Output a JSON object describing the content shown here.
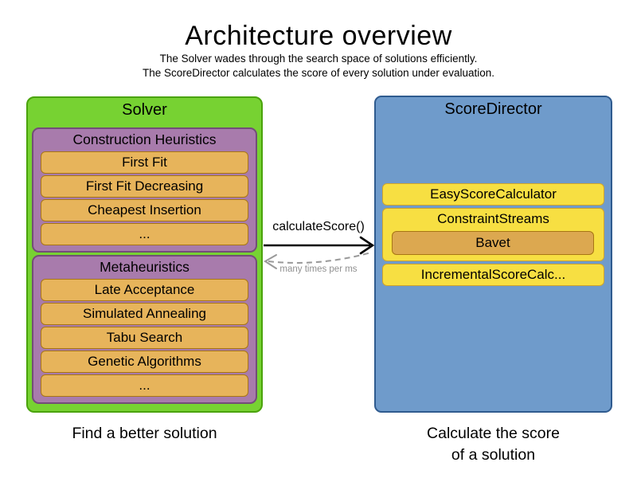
{
  "header": {
    "title": "Architecture overview",
    "subtitle_line1": "The Solver wades through the search space of solutions efficiently.",
    "subtitle_line2": "The ScoreDirector calculates the score of every solution under evaluation."
  },
  "solver": {
    "title": "Solver",
    "caption": "Find a better solution",
    "groups": [
      {
        "title": "Construction Heuristics",
        "items": [
          "First Fit",
          "First Fit Decreasing",
          "Cheapest Insertion",
          "..."
        ]
      },
      {
        "title": "Metaheuristics",
        "items": [
          "Late Acceptance",
          "Simulated Annealing",
          "Tabu Search",
          "Genetic Algorithms",
          "..."
        ]
      }
    ]
  },
  "score_director": {
    "title": "ScoreDirector",
    "caption_line1": "Calculate the score",
    "caption_line2": "of a solution",
    "calculators": [
      {
        "label": "EasyScoreCalculator"
      },
      {
        "label": "ConstraintStreams",
        "sub_items": [
          "Bavet"
        ]
      },
      {
        "label": "IncrementalScoreCalc..."
      }
    ]
  },
  "connection": {
    "call_label": "calculateScore()",
    "frequency_label": "many times per ms"
  },
  "colors": {
    "solver_fill": "#77d232",
    "solver_border": "#4aa30b",
    "group_fill": "#a87bac",
    "group_border": "#734d78",
    "item_fill": "#e7b45b",
    "item_border": "#a87614",
    "director_fill": "#6f9bcb",
    "director_border": "#2f5b8f",
    "calculator_fill": "#f7df42",
    "calculator_border": "#cfa42c",
    "bavet_fill": "#dca850",
    "solid_arrow": "#000000",
    "dashed_arrow": "#999999"
  }
}
